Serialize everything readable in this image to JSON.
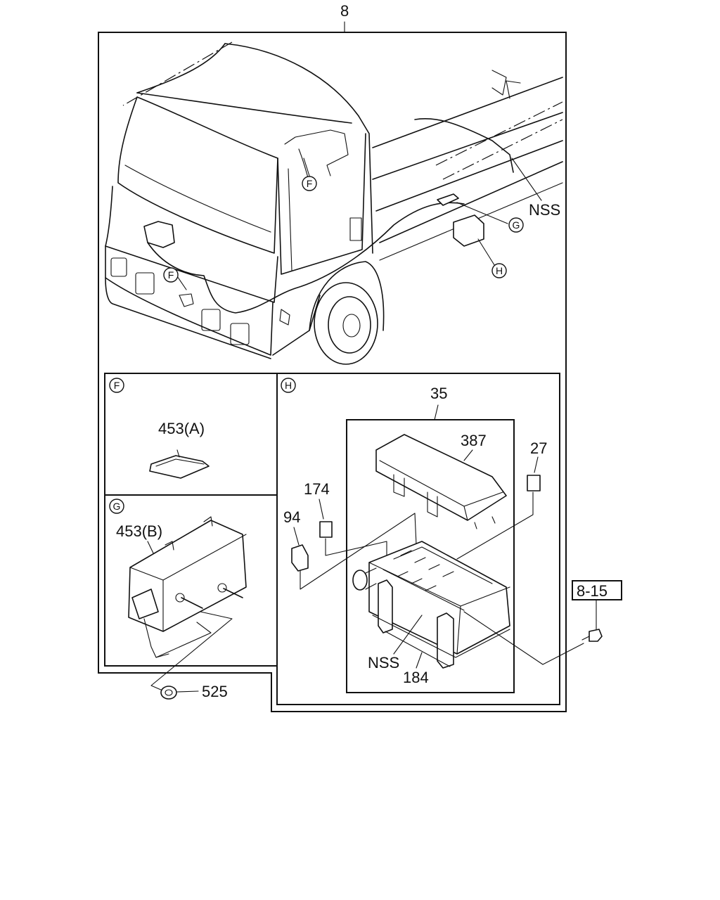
{
  "labels": {
    "main": "8",
    "nss_top": "NSS",
    "view_f_callout_1": "F",
    "view_f_callout_2": "F",
    "view_g_callout": "G",
    "view_h_callout": "H",
    "panel_f_title": "F",
    "panel_g_title": "G",
    "panel_h_title": "H",
    "part_453a": "453(A)",
    "part_453b": "453(B)",
    "part_525": "525",
    "part_35": "35",
    "part_387": "387",
    "part_27": "27",
    "part_174": "174",
    "part_94": "94",
    "part_nss_box": "NSS",
    "part_184": "184",
    "ref_8_15": "8-15"
  }
}
